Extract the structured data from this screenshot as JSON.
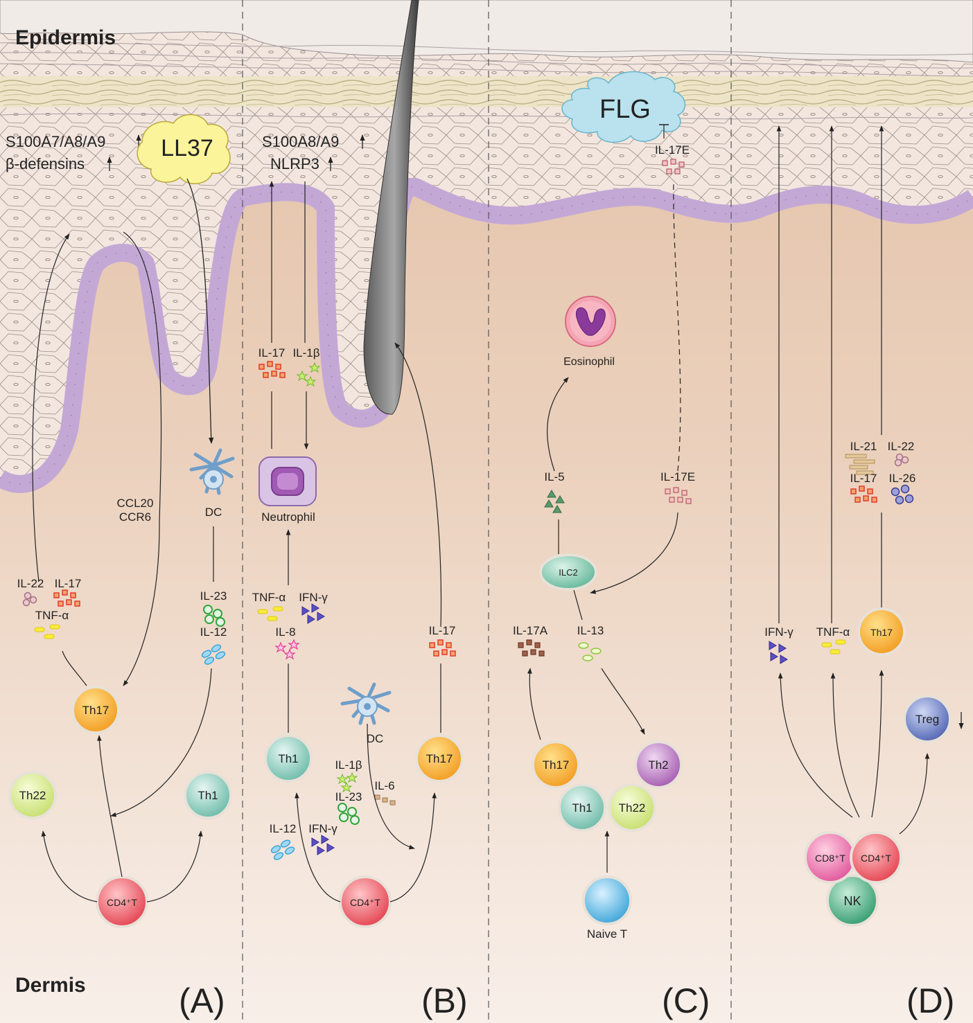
{
  "layers": {
    "epidermis": "Epidermis",
    "dermis": "Dermis"
  },
  "panels": [
    "(A)",
    "(B)",
    "(C)",
    "(D)"
  ],
  "panelA": {
    "marker1": "S100A7/A8/A9",
    "marker2": "β-defensins",
    "ll37": "LL37",
    "chemokine1": "CCL20",
    "chemokine2": "CCR6",
    "dc": "DC",
    "il23": "IL-23",
    "il12": "IL-12",
    "il22": "IL-22",
    "il17": "IL-17",
    "tnfa": "TNF-α",
    "th17": "Th17",
    "th22": "Th22",
    "th1": "Th1",
    "cd4t": "CD4⁺T"
  },
  "panelB": {
    "marker1": "S100A8/A9",
    "marker2": "NLRP3",
    "il17_top": "IL-17",
    "il1b_top": "IL-1β",
    "neutrophil": "Neutrophil",
    "tnfa": "TNF-α",
    "ifng": "IFN-γ",
    "il8": "IL-8",
    "th1": "Th1",
    "dc": "DC",
    "il1b": "IL-1β",
    "il23": "IL-23",
    "il6": "IL-6",
    "il12": "IL-12",
    "ifng2": "IFN-γ",
    "il17": "IL-17",
    "th17": "Th17",
    "cd4t": "CD4⁺T"
  },
  "panelC": {
    "flg": "FLG",
    "il17e_top": "IL-17E",
    "eosinophil": "Eosinophil",
    "il5": "IL-5",
    "il17e": "IL-17E",
    "ilc2": "ILC2",
    "il17a": "IL-17A",
    "il13": "IL-13",
    "th17": "Th17",
    "th2": "Th2",
    "th1": "Th1",
    "th22": "Th22",
    "naive": "Naive T"
  },
  "panelD": {
    "il21": "IL-21",
    "il22": "IL-22",
    "il17": "IL-17",
    "il26": "IL-26",
    "ifng": "IFN-γ",
    "tnfa": "TNF-α",
    "th17": "Th17",
    "treg": "Treg",
    "cd8t": "CD8⁺T",
    "cd4t": "CD4⁺T",
    "nk": "NK"
  }
}
